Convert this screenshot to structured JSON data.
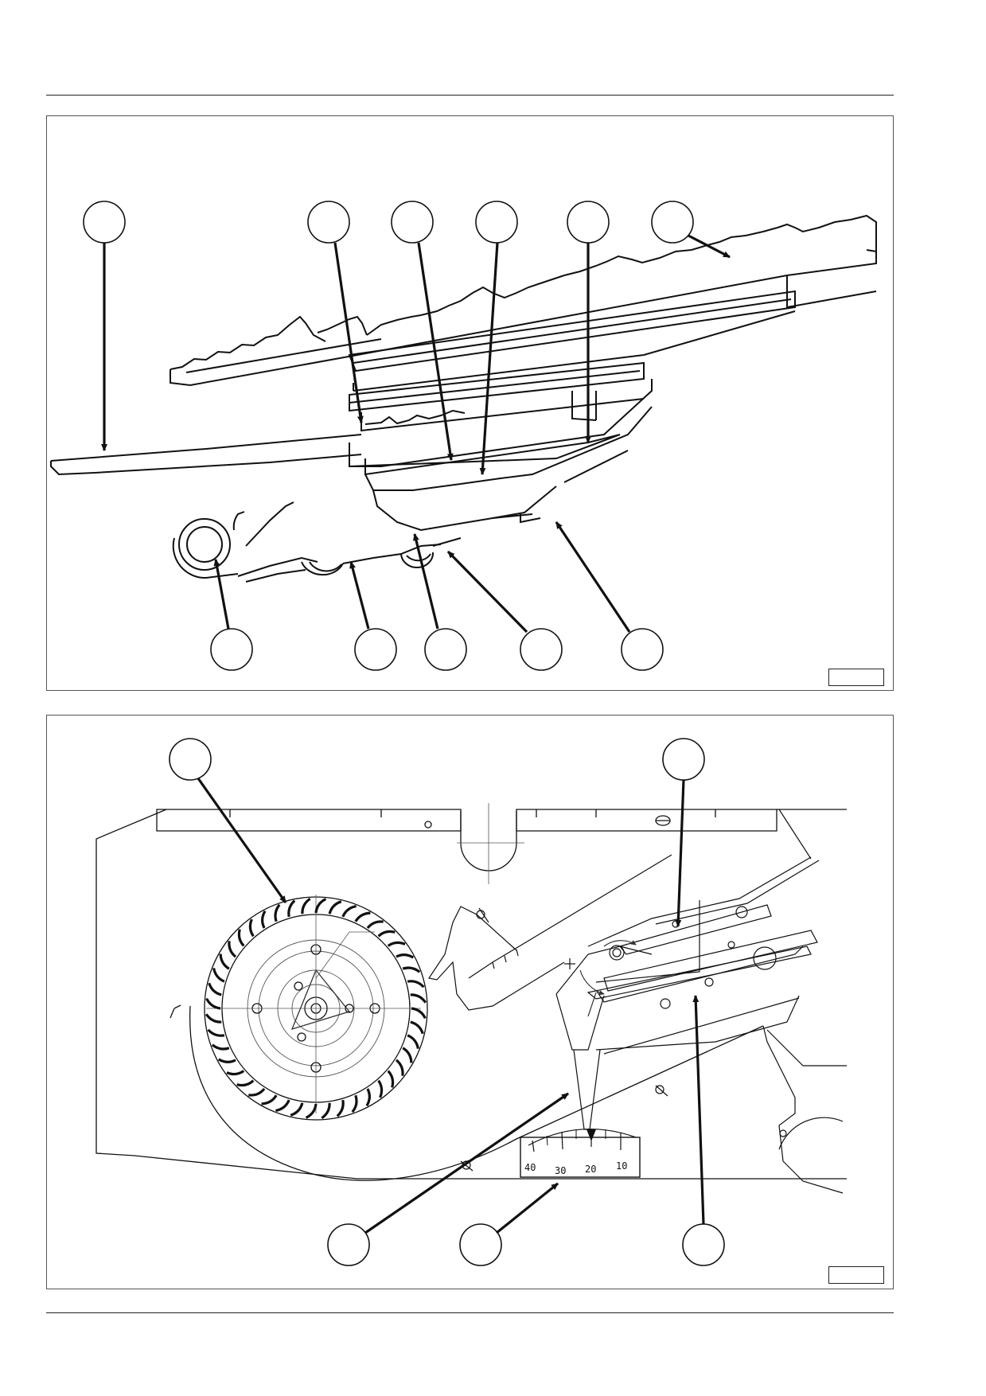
{
  "figure_top": {
    "callout_count": 11,
    "reference_label": ""
  },
  "figure_bottom": {
    "callout_count": 5,
    "scale": {
      "tick_labels": [
        "40",
        "30",
        "20",
        "10"
      ]
    },
    "reference_label": ""
  },
  "colors": {
    "line": "#111111",
    "fine_line": "#555555",
    "panel_border": "#555555"
  }
}
